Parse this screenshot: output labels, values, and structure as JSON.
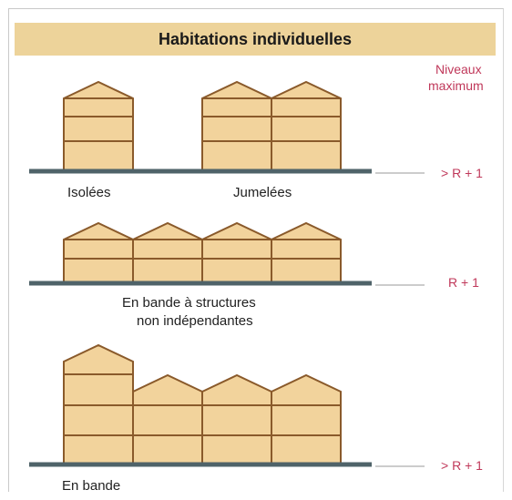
{
  "title": "Habitations individuelles",
  "legend": {
    "header_line1": "Niveaux",
    "header_line2": "maximum"
  },
  "rows": [
    {
      "levels": "> R + 1",
      "labels": [
        "Isolées",
        "Jumelées"
      ]
    },
    {
      "levels": "R + 1",
      "labels": [
        "En bande à structures",
        "non indépendantes"
      ]
    },
    {
      "levels": "> R + 1",
      "labels": [
        "En bande"
      ]
    }
  ],
  "colors": {
    "header_band": "#edd39a",
    "house_fill": "#f2d39c",
    "house_stroke": "#8a5a2b",
    "ground": "#4f6369",
    "accent_text": "#c0385a"
  }
}
